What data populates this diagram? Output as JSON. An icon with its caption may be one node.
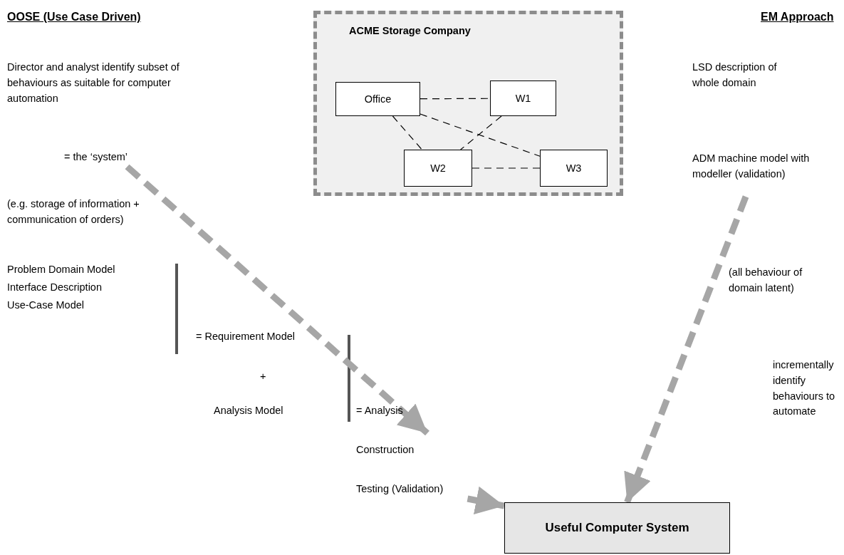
{
  "diagram": {
    "nodes": [
      {
        "text": [
          "ACME Storage Company"
        ]
      },
      {
        "text": [
          "Office"
        ],
        "in": 0
      },
      {
        "text": [
          "W1"
        ],
        "in": 0
      },
      {
        "text": [
          "W2"
        ],
        "in": 0
      },
      {
        "text": [
          "W3"
        ],
        "in": 0
      },
      {
        "text": [
          "= the ‘system’"
        ]
      },
      {
        "text": [
          "Testing (Validation)"
        ]
      },
      {
        "text": [
          "ADM machine model with modeller (validation)"
        ]
      },
      {
        "text": [
          "Useful Computer System"
        ]
      }
    ],
    "edges": [
      {
        "from": 1,
        "to": 2,
        "arrow": "none",
        "style": "dashed"
      },
      {
        "from": 1,
        "to": 3,
        "arrow": "none",
        "style": "dashed"
      },
      {
        "from": 1,
        "to": 4,
        "arrow": "none",
        "style": "dashed"
      },
      {
        "from": 2,
        "to": 3,
        "arrow": "none",
        "style": "dashed"
      },
      {
        "from": 3,
        "to": 4,
        "arrow": "none",
        "style": "dashed"
      },
      {
        "from": 5,
        "to": null,
        "arrow": "to",
        "style": "dashed",
        "color": "#a6a6a6"
      },
      {
        "from": 6,
        "to": 8,
        "arrow": "to",
        "style": "dashed",
        "color": "#a6a6a6"
      },
      {
        "from": 7,
        "to": 8,
        "arrow": "to",
        "style": "dashed",
        "color": "#a6a6a6"
      }
    ],
    "labels": [
      "OOSE (Use Case Driven)",
      "EM Approach",
      "Director and analyst identify subset of behaviours as suitable for computer automation",
      "LSD description of whole domain",
      "(e.g. storage of information + communication of orders)",
      "(all behaviour of domain latent)",
      "Problem Domain Model",
      "Interface Description",
      "Use-Case Model",
      "= Requirement Model",
      "incrementally identify behaviours to automate",
      "+",
      "Analysis Model",
      "= Analysis",
      "Construction"
    ]
  }
}
